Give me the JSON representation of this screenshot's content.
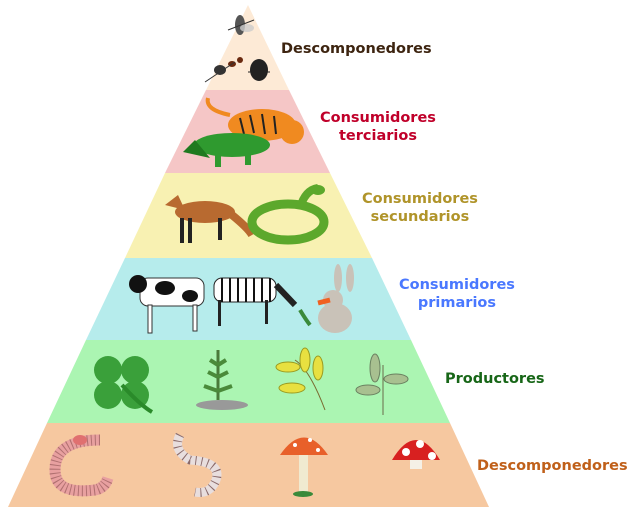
{
  "levels": [
    {
      "label_line1": "Descomponedores",
      "label_line2": "",
      "fill": "#fdead6",
      "text_color": "#3d2410",
      "organisms": [
        "fly-icon",
        "ant-icon",
        "beetle-icon"
      ]
    },
    {
      "label_line1": "Consumidores",
      "label_line2": "terciarios",
      "fill": "#f5c6c6",
      "text_color": "#c0002a",
      "organisms": [
        "tiger-icon",
        "crocodile-icon"
      ]
    },
    {
      "label_line1": "Consumidores",
      "label_line2": "secundarios",
      "fill": "#f8f1b2",
      "text_color": "#b0942a",
      "organisms": [
        "fox-icon",
        "snake-icon"
      ]
    },
    {
      "label_line1": "Consumidores",
      "label_line2": "primarios",
      "fill": "#b6ecec",
      "text_color": "#4a78ff",
      "organisms": [
        "cow-icon",
        "zebra-icon",
        "rabbit-icon"
      ]
    },
    {
      "label_line1": "Productores",
      "label_line2": "",
      "fill": "#abf5b2",
      "text_color": "#176617",
      "organisms": [
        "clover-icon",
        "fern-icon",
        "yellow-leaves-icon",
        "green-leaves-icon"
      ]
    },
    {
      "label_line1": "Descomponedores",
      "label_line2": "",
      "fill": "#f6c8a0",
      "text_color": "#c0601a",
      "organisms": [
        "earthworm-icon",
        "worm-icon",
        "mushroom-icon",
        "toadstool-icon"
      ]
    }
  ]
}
